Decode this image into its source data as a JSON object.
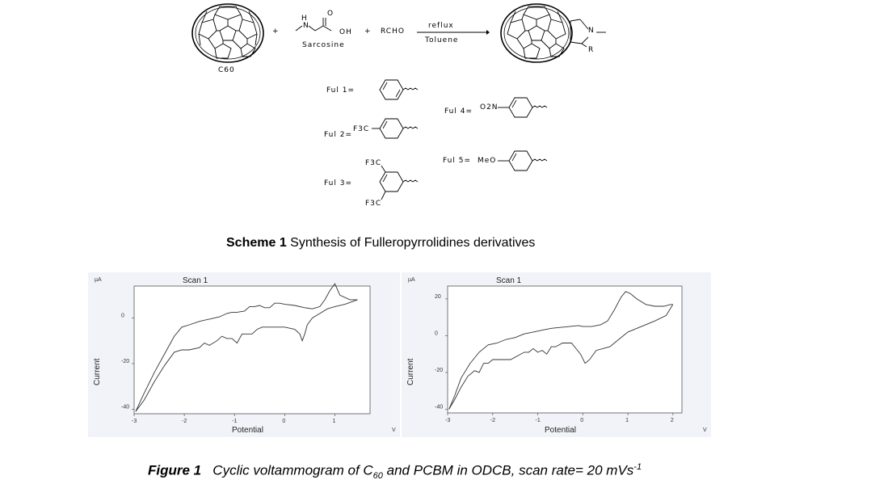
{
  "scheme": {
    "c60_label": "C60",
    "sarcosine_label": "Sarcosine",
    "plus": "+",
    "rcho": "RCHO",
    "reflux": "reflux",
    "toluene": "Toluene",
    "oh": "OH",
    "o": "O",
    "h": "H",
    "n": "N",
    "r": "R",
    "ful1": "Ful 1=",
    "ful2": "Ful 2=",
    "ful3": "Ful 3=",
    "ful4": "Ful 4=",
    "ful5": "Ful 5=",
    "f3c": "F3C",
    "o2n": "O2N",
    "meo": "MeO",
    "caption_bold": "Scheme 1",
    "caption_text": "Synthesis of Fulleropyrrolidines derivatives"
  },
  "figure": {
    "caption_bold": "Figure 1",
    "caption_pre": "Cyclic voltammogram of C",
    "caption_sub": "60",
    "caption_mid": " and PCBM in ODCB, scan rate= 20 mVs",
    "caption_sup": "-1"
  },
  "chart_data": [
    {
      "type": "line",
      "title": "Scan 1",
      "xlabel": "Potential",
      "ylabel": "Current",
      "x_unit": "V",
      "y_unit": "µA",
      "xlim": [
        -3.0,
        1.7
      ],
      "ylim": [
        -42,
        14
      ],
      "xticks": [
        -3,
        -2,
        -1,
        0,
        1
      ],
      "yticks": [
        0,
        -20,
        -40
      ],
      "series": [
        {
          "x": [
            -2.97,
            -2.8,
            -2.6,
            -2.4,
            -2.2,
            -2.05,
            -1.9,
            -1.7,
            -1.5,
            -1.3,
            -1.15,
            -1.05,
            -0.95,
            -0.8,
            -0.7,
            -0.6,
            -0.5,
            -0.4,
            -0.3,
            -0.2,
            -0.1,
            0.0,
            0.2,
            0.4,
            0.55,
            0.7,
            0.8,
            0.9,
            1.0,
            1.1,
            1.3,
            1.45
          ],
          "y": [
            -41,
            -33,
            -24,
            -16,
            -8,
            -4,
            -3,
            -1.5,
            -0.5,
            0.5,
            2,
            2.5,
            2.5,
            3,
            5,
            5,
            5.5,
            4.5,
            4.5,
            6.5,
            6.5,
            6,
            5.5,
            4.5,
            4,
            5,
            8,
            12,
            15,
            10,
            8,
            8
          ]
        },
        {
          "x": [
            -2.97,
            -2.8,
            -2.6,
            -2.4,
            -2.2,
            -2.05,
            -1.9,
            -1.7,
            -1.6,
            -1.5,
            -1.35,
            -1.25,
            -1.15,
            -1.05,
            -0.95,
            -0.85,
            -0.75,
            -0.65,
            -0.55,
            -0.45,
            -0.35,
            -0.2,
            0.0,
            0.2,
            0.3,
            0.35,
            0.4,
            0.45,
            0.55,
            0.7,
            0.85,
            1.0,
            1.2,
            1.45
          ],
          "y": [
            -41,
            -36,
            -28,
            -21,
            -15,
            -14,
            -14,
            -13,
            -11,
            -12,
            -10,
            -8,
            -9,
            -9,
            -11,
            -7,
            -7,
            -7,
            -5,
            -4,
            -4,
            -4,
            -4,
            -5,
            -7,
            -10,
            -7,
            -3,
            0,
            2,
            4,
            5,
            6,
            8
          ]
        }
      ]
    },
    {
      "type": "line",
      "title": "Scan 1",
      "xlabel": "Potential",
      "ylabel": "Current",
      "x_unit": "V",
      "y_unit": "µA",
      "xlim": [
        -3.0,
        2.2
      ],
      "ylim": [
        -42,
        27
      ],
      "xticks": [
        -3,
        -2,
        -1,
        0,
        1,
        2
      ],
      "yticks": [
        20,
        0,
        -20,
        -40
      ],
      "series": [
        {
          "x": [
            -2.97,
            -2.85,
            -2.7,
            -2.5,
            -2.3,
            -2.1,
            -1.9,
            -1.7,
            -1.5,
            -1.3,
            -1.1,
            -0.9,
            -0.7,
            -0.5,
            -0.3,
            -0.1,
            0.0,
            0.2,
            0.4,
            0.55,
            0.7,
            0.85,
            0.95,
            1.05,
            1.2,
            1.4,
            1.6,
            1.8,
            1.95,
            2.0
          ],
          "y": [
            -40,
            -33,
            -23,
            -15,
            -9,
            -5,
            -4,
            -2,
            -1,
            1,
            2,
            3,
            4,
            4.5,
            5,
            5.5,
            5,
            5,
            6,
            8,
            14,
            21,
            24,
            23,
            20,
            17,
            16,
            16,
            17,
            17
          ]
        },
        {
          "x": [
            -2.97,
            -2.85,
            -2.7,
            -2.55,
            -2.4,
            -2.3,
            -2.2,
            -2.1,
            -2.0,
            -1.8,
            -1.6,
            -1.45,
            -1.3,
            -1.2,
            -1.1,
            -1.0,
            -0.9,
            -0.8,
            -0.7,
            -0.6,
            -0.45,
            -0.35,
            -0.25,
            -0.15,
            -0.05,
            0.05,
            0.15,
            0.3,
            0.6,
            0.8,
            1.0,
            1.3,
            1.6,
            1.85,
            2.0
          ],
          "y": [
            -40,
            -35,
            -28,
            -22,
            -19,
            -20,
            -15,
            -15,
            -13,
            -13,
            -13,
            -11,
            -9,
            -9,
            -7,
            -9,
            -8,
            -10,
            -6,
            -6,
            -4,
            -4,
            -4,
            -7,
            -10,
            -15,
            -13,
            -8,
            -6,
            -2,
            2,
            5,
            8,
            11,
            17
          ]
        }
      ]
    }
  ]
}
